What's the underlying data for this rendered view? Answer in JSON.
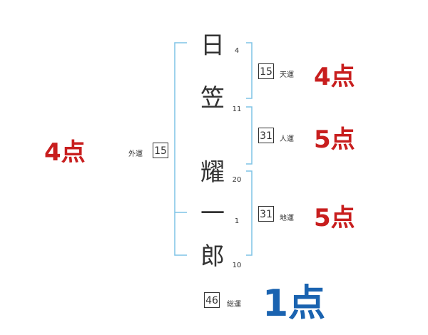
{
  "name_chars": [
    {
      "char": "日",
      "strokes": "4"
    },
    {
      "char": "笠",
      "strokes": "11"
    },
    {
      "char": "耀",
      "strokes": "20"
    },
    {
      "char": "一",
      "strokes": "1"
    },
    {
      "char": "郎",
      "strokes": "10"
    }
  ],
  "ten_un": {
    "value": "15",
    "label": "天運",
    "score": "4点"
  },
  "jin_un": {
    "value": "31",
    "label": "人運",
    "score": "5点"
  },
  "chi_un": {
    "value": "31",
    "label": "地運",
    "score": "5点"
  },
  "gai_un": {
    "value": "15",
    "label": "外運",
    "score": "4点"
  },
  "so_un": {
    "value": "46",
    "label": "総運",
    "score": "1点"
  },
  "colors": {
    "bracket": "#7ec3e6",
    "score_red": "#c81e1e",
    "score_blue": "#1a63b0"
  }
}
